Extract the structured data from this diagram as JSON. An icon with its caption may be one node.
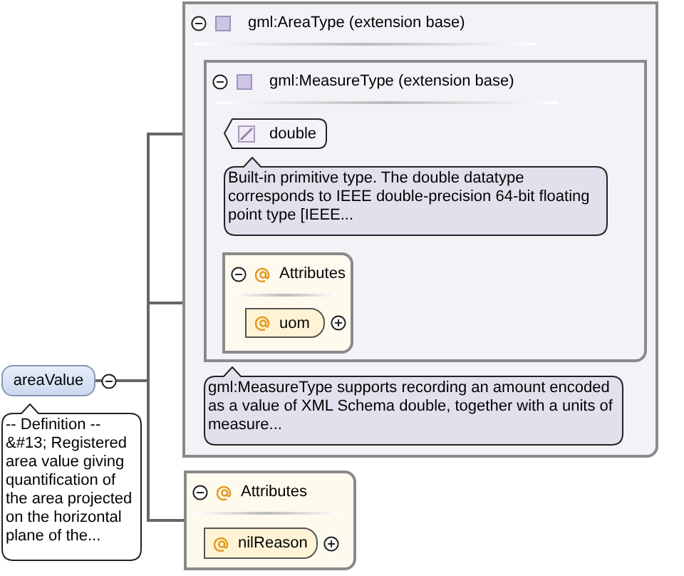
{
  "diagram": {
    "nodes": [
      {
        "text": [
          "areaValue"
        ]
      },
      {
        "text": [
          "-- Definition --&#13; Registered area value giving quantification of the area projected on the horizontal plane of the..."
        ]
      },
      {
        "text": [
          "gml:AreaType (extension base)"
        ]
      },
      {
        "text": [
          "gml:MeasureType (extension base)"
        ],
        "in": 2
      },
      {
        "text": [
          "double"
        ],
        "in": 3
      },
      {
        "text": [
          "Built-in primitive type. The double datatype corresponds to IEEE double-precision 64-bit floating point type [IEEE..."
        ],
        "in": 3
      },
      {
        "text": [
          "Attributes"
        ],
        "in": 3
      },
      {
        "text": [
          "uom"
        ],
        "in": 6
      },
      {
        "text": [
          "gml:MeasureType supports recording an amount encoded as a value of XML Schema double, together with a units of measure..."
        ],
        "in": 2
      },
      {
        "text": [
          "Attributes"
        ]
      },
      {
        "text": [
          "nilReason"
        ],
        "in": 9
      }
    ],
    "edges": [
      {
        "from": 0,
        "to": 4,
        "arrow": "none"
      },
      {
        "from": 0,
        "to": 6,
        "arrow": "none"
      },
      {
        "from": 0,
        "to": 9,
        "arrow": "none"
      }
    ]
  }
}
